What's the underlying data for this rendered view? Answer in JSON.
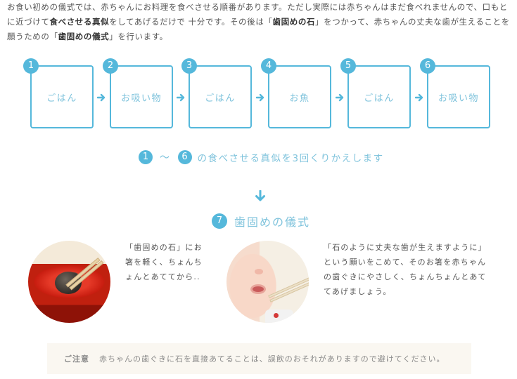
{
  "intro": {
    "segments": [
      {
        "text": "お食い初めの儀式では、赤ちゃんにお料理を食べさせる順番があります。ただし実際には赤ちゃんはまだ食べれませんので、口もとに近づけて",
        "bold": false
      },
      {
        "text": "食べさせる真似",
        "bold": true
      },
      {
        "text": "をしてあげるだけで 十分です。その後は「",
        "bold": false
      },
      {
        "text": "歯固めの石",
        "bold": true
      },
      {
        "text": "」をつかって、赤ちゃんの丈夫な歯が生えることを願うための「",
        "bold": false
      },
      {
        "text": "歯固めの儀式",
        "bold": true
      },
      {
        "text": "」を行います。",
        "bold": false
      }
    ]
  },
  "steps": [
    {
      "num": "1",
      "label": "ごはん"
    },
    {
      "num": "2",
      "label": "お吸い物"
    },
    {
      "num": "3",
      "label": "ごはん"
    },
    {
      "num": "4",
      "label": "お魚"
    },
    {
      "num": "5",
      "label": "ごはん"
    },
    {
      "num": "6",
      "label": "お吸い物"
    }
  ],
  "repeat": {
    "from": "1",
    "tilde": "〜",
    "to": "6",
    "text": "の食べさせる真似を3回くりかえします"
  },
  "ceremony": {
    "num": "7",
    "title": "歯固めの儀式"
  },
  "photos": [
    {
      "alt": "歯固めの石とお箸",
      "caption": "「歯固めの石」にお箸を軽く、ちょんちょんとあててから.."
    },
    {
      "alt": "赤ちゃんの口元にお箸",
      "caption": "「石のように丈夫な歯が生えますように」という願いをこめて、そのお箸を赤ちゃんの歯ぐきにやさしく、ちょんちょんとあててあげましょう。"
    }
  ],
  "notice": {
    "label": "ご注意",
    "text": "赤ちゃんの歯ぐきに石を直接あてることは、誤飲のおそれがありますので避けてください。"
  },
  "colors": {
    "accent": "#55b8db",
    "accent_text": "#7fc3dc",
    "body_text": "#555555",
    "notice_bg": "#faf7f1"
  }
}
